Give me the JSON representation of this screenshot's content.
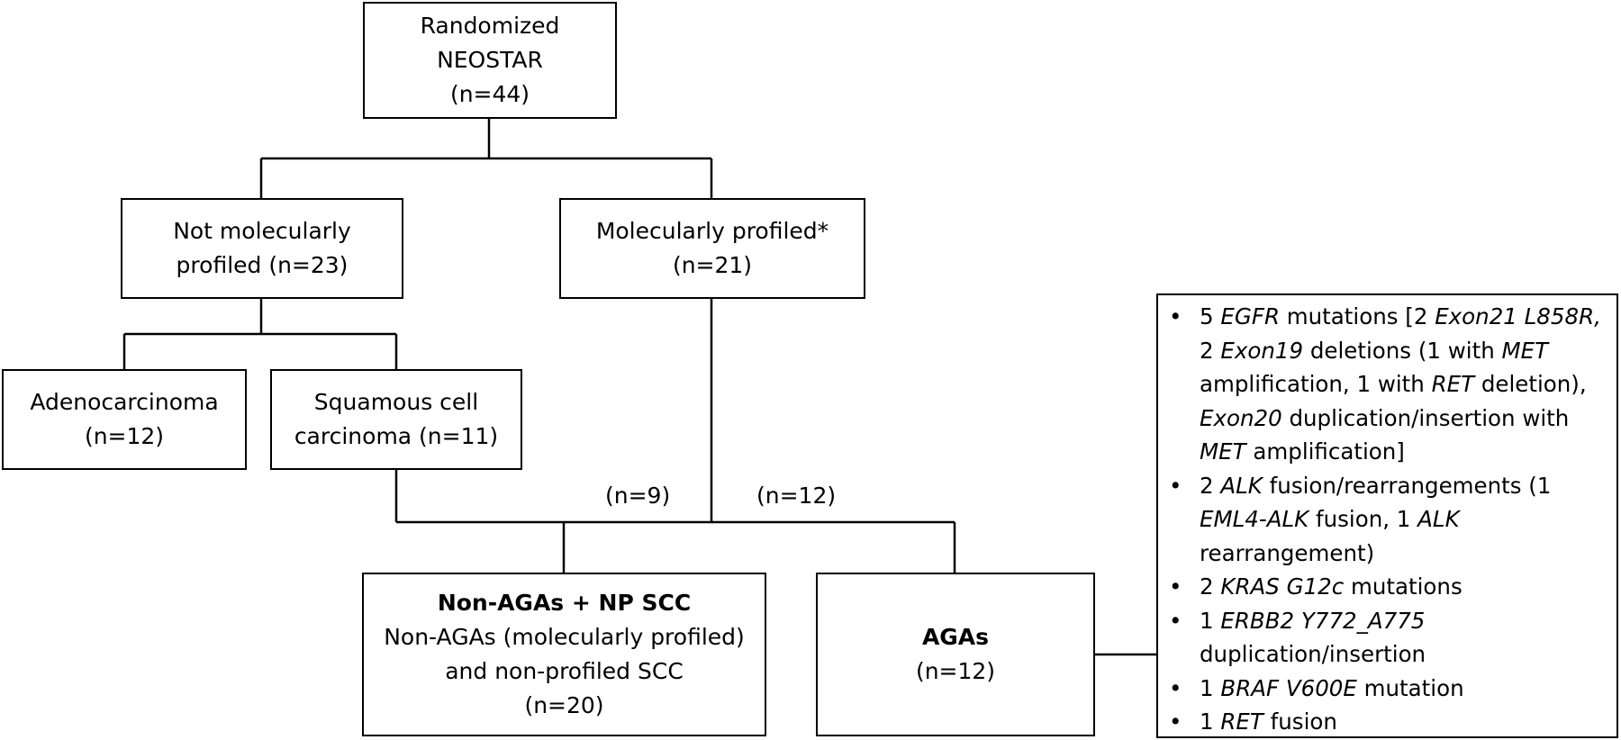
{
  "nodes": {
    "randomized": {
      "line1": "Randomized",
      "line2": "NEOSTAR",
      "line3": "(n=44)"
    },
    "not_profiled": {
      "line1": "Not molecularly",
      "line2": "profiled (n=23)"
    },
    "profiled": {
      "line1": "Molecularly profiled*",
      "line2": "(n=21)"
    },
    "adeno": {
      "line1": "Adenocarcinoma",
      "line2": "(n=12)"
    },
    "squamous": {
      "line1": "Squamous cell",
      "line2": "carcinoma (n=11)"
    },
    "non_agas": {
      "title": "Non-AGAs + NP SCC",
      "line1": "Non-AGAs (molecularly profiled)",
      "line2": "and non-profiled SCC",
      "line3": "(n=20)"
    },
    "agas": {
      "title": "AGAs",
      "line1": "(n=12)"
    }
  },
  "branch_labels": {
    "left": "(n=9)",
    "right": "(n=12)"
  },
  "aga_list": [
    [
      {
        "t": "5 "
      },
      {
        "t": "EGFR",
        "i": true
      },
      {
        "t": " mutations [2 "
      },
      {
        "t": "Exon21 L858R,",
        "i": true
      },
      {
        "t": " 2 "
      },
      {
        "t": "Exon19",
        "i": true
      },
      {
        "t": " deletions (1 with "
      },
      {
        "t": "MET",
        "i": true
      },
      {
        "t": " amplification, 1 with "
      },
      {
        "t": "RET",
        "i": true
      },
      {
        "t": " deletion), "
      },
      {
        "t": "Exon20",
        "i": true
      },
      {
        "t": " duplication/insertion with "
      },
      {
        "t": "MET",
        "i": true
      },
      {
        "t": " amplification]"
      }
    ],
    [
      {
        "t": "2 "
      },
      {
        "t": "ALK",
        "i": true
      },
      {
        "t": " fusion/rearrangements (1 "
      },
      {
        "t": "EML4-ALK",
        "i": true
      },
      {
        "t": " fusion, 1 "
      },
      {
        "t": "ALK",
        "i": true
      },
      {
        "t": " rearrangement)"
      }
    ],
    [
      {
        "t": "2 "
      },
      {
        "t": "KRAS G12c",
        "i": true
      },
      {
        "t": " mutations"
      }
    ],
    [
      {
        "t": "1 "
      },
      {
        "t": "ERBB2 Y772_A775",
        "i": true
      },
      {
        "t": " duplication/insertion"
      }
    ],
    [
      {
        "t": "1 "
      },
      {
        "t": "BRAF V600E",
        "i": true
      },
      {
        "t": " mutation"
      }
    ],
    [
      {
        "t": "1 "
      },
      {
        "t": "RET",
        "i": true
      },
      {
        "t": " fusion"
      }
    ]
  ]
}
